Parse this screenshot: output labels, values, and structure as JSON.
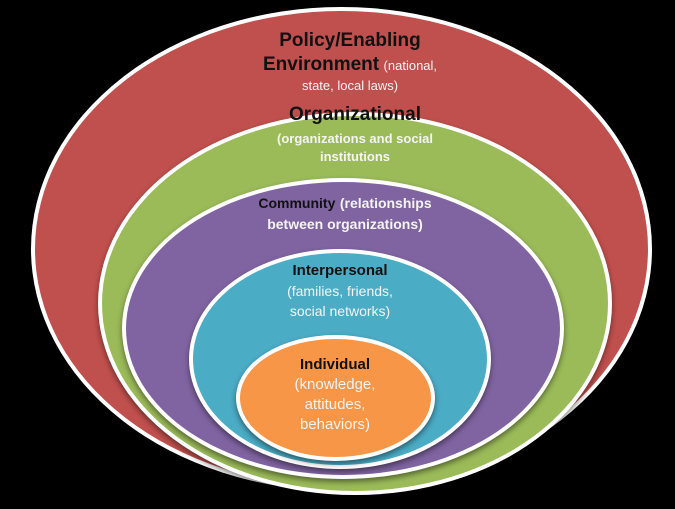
{
  "diagram": {
    "type": "nested-ellipses",
    "background": "#000000",
    "layers": [
      {
        "id": "policy",
        "title": "Policy/Enabling",
        "title_line2": "Environment",
        "description_inline": "(national,",
        "description_line2": "state, local  laws)",
        "color": "#c0504d"
      },
      {
        "id": "organizational",
        "title": "Organizational",
        "description_line1": "(organizations and social",
        "description_line2": "institutions",
        "color": "#9bbb59"
      },
      {
        "id": "community",
        "title": "Community",
        "description_inline": "(relationships",
        "description_line2": "between  organizations)",
        "color": "#8064a2"
      },
      {
        "id": "interpersonal",
        "title": "Interpersonal",
        "description_line1": "(families, friends,",
        "description_line2": "social networks)",
        "color": "#4bacc6"
      },
      {
        "id": "individual",
        "title": "Individual",
        "description_line1": "(knowledge,",
        "description_line2": "attitudes,",
        "description_line3": "behaviors)",
        "color": "#f79646"
      }
    ]
  }
}
